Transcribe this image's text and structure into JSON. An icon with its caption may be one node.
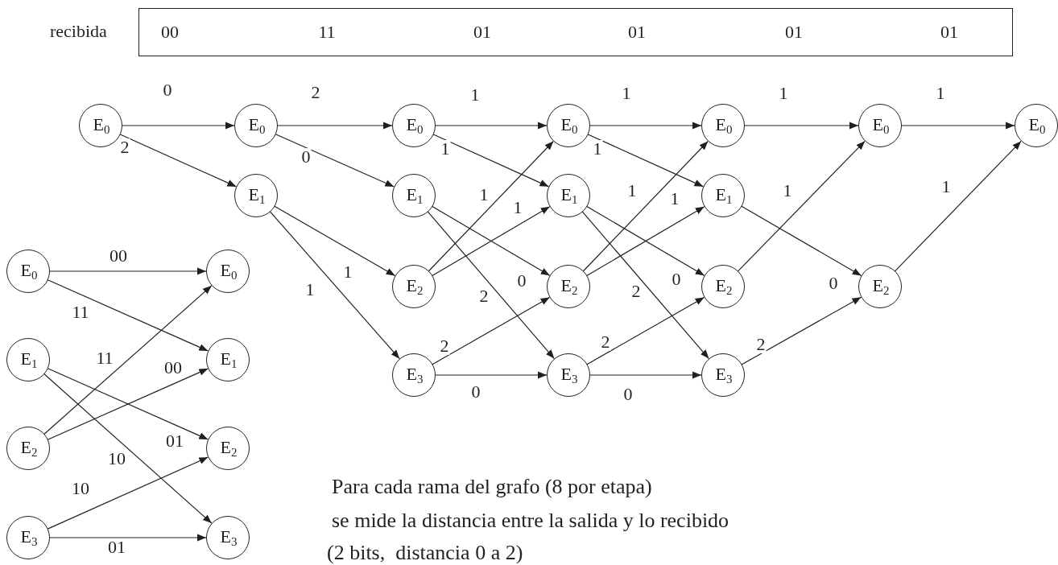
{
  "diagram": {
    "nodes": [
      {
        "text": [
          "E$_{0}$"
        ]
      },
      {
        "text": [
          "E$_{0}$"
        ]
      },
      {
        "text": [
          "E$_{1}$"
        ]
      },
      {
        "text": [
          "E$_{0}$"
        ]
      },
      {
        "text": [
          "E$_{1}$"
        ]
      },
      {
        "text": [
          "E$_{2}$"
        ]
      },
      {
        "text": [
          "E$_{3}$"
        ]
      },
      {
        "text": [
          "E$_{0}$"
        ]
      },
      {
        "text": [
          "E$_{1}$"
        ]
      },
      {
        "text": [
          "E$_{2}$"
        ]
      },
      {
        "text": [
          "E$_{3}$"
        ]
      },
      {
        "text": [
          "E$_{0}$"
        ]
      },
      {
        "text": [
          "E$_{1}$"
        ]
      },
      {
        "text": [
          "E$_{2}$"
        ]
      },
      {
        "text": [
          "E$_{3}$"
        ]
      },
      {
        "text": [
          "E$_{0}$"
        ]
      },
      {
        "text": [
          "E$_{2}$"
        ]
      },
      {
        "text": [
          "E$_{0}$"
        ]
      },
      {
        "text": [
          "E$_{0}$"
        ]
      },
      {
        "text": [
          "E$_{1}$"
        ]
      },
      {
        "text": [
          "E$_{2}$"
        ]
      },
      {
        "text": [
          "E$_{3}$"
        ]
      },
      {
        "text": [
          "E$_{0}$"
        ]
      },
      {
        "text": [
          "E$_{1}$"
        ]
      },
      {
        "text": [
          "E$_{2}$"
        ]
      },
      {
        "text": [
          "E$_{3}$"
        ]
      },
      {
        "text": [
          "00",
          "11",
          "01",
          "01",
          "01",
          "01"
        ],
        "beside": [
          "recibida"
        ]
      }
    ],
    "edges": [
      {
        "from": 0,
        "to": 1,
        "arrow": "to",
        "label": "0"
      },
      {
        "from": 0,
        "to": 2,
        "arrow": "to",
        "label": "2"
      },
      {
        "from": 1,
        "to": 3,
        "arrow": "to",
        "label": "2"
      },
      {
        "from": 1,
        "to": 4,
        "arrow": "to",
        "label": "0"
      },
      {
        "from": 2,
        "to": 5,
        "arrow": "to",
        "label": "1"
      },
      {
        "from": 2,
        "to": 6,
        "arrow": "to",
        "label": "1"
      },
      {
        "from": 3,
        "to": 7,
        "arrow": "to",
        "label": "1"
      },
      {
        "from": 3,
        "to": 8,
        "arrow": "to",
        "label": "1"
      },
      {
        "from": 4,
        "to": 9,
        "arrow": "to",
        "label": "0"
      },
      {
        "from": 4,
        "to": 10,
        "arrow": "to",
        "label": "2"
      },
      {
        "from": 5,
        "to": 7,
        "arrow": "to",
        "label": "1"
      },
      {
        "from": 5,
        "to": 8,
        "arrow": "to",
        "label": "1"
      },
      {
        "from": 6,
        "to": 9,
        "arrow": "to",
        "label": "2"
      },
      {
        "from": 6,
        "to": 10,
        "arrow": "to",
        "label": "0"
      },
      {
        "from": 7,
        "to": 11,
        "arrow": "to",
        "label": "1"
      },
      {
        "from": 7,
        "to": 12,
        "arrow": "to",
        "label": "1"
      },
      {
        "from": 8,
        "to": 13,
        "arrow": "to",
        "label": "0"
      },
      {
        "from": 8,
        "to": 14,
        "arrow": "to",
        "label": "2"
      },
      {
        "from": 9,
        "to": 11,
        "arrow": "to",
        "label": "1"
      },
      {
        "from": 9,
        "to": 12,
        "arrow": "to",
        "label": "1"
      },
      {
        "from": 10,
        "to": 13,
        "arrow": "to",
        "label": "2"
      },
      {
        "from": 10,
        "to": 14,
        "arrow": "to",
        "label": "0"
      },
      {
        "from": 11,
        "to": 15,
        "arrow": "to",
        "label": "1"
      },
      {
        "from": 12,
        "to": 16,
        "arrow": "to",
        "label": "0"
      },
      {
        "from": 13,
        "to": 15,
        "arrow": "to",
        "label": "1"
      },
      {
        "from": 14,
        "to": 16,
        "arrow": "to",
        "label": "2"
      },
      {
        "from": 15,
        "to": 17,
        "arrow": "to",
        "label": "1"
      },
      {
        "from": 16,
        "to": 17,
        "arrow": "to",
        "label": "1"
      },
      {
        "from": 18,
        "to": 22,
        "arrow": "to",
        "label": "00"
      },
      {
        "from": 18,
        "to": 23,
        "arrow": "to",
        "label": "11"
      },
      {
        "from": 19,
        "to": 24,
        "arrow": "to",
        "label": "01"
      },
      {
        "from": 19,
        "to": 25,
        "arrow": "to",
        "label": "10"
      },
      {
        "from": 20,
        "to": 22,
        "arrow": "to",
        "label": "11"
      },
      {
        "from": 20,
        "to": 23,
        "arrow": "to",
        "label": "00"
      },
      {
        "from": 21,
        "to": 24,
        "arrow": "to",
        "label": "10"
      },
      {
        "from": 21,
        "to": 25,
        "arrow": "to",
        "label": "01"
      }
    ],
    "labels": [
      "Para cada rama del grafo (8 por etapa)",
      "se mide la distancia entre la salida y lo recibido",
      "(2 bits,  distancia 0 a 2)"
    ]
  }
}
